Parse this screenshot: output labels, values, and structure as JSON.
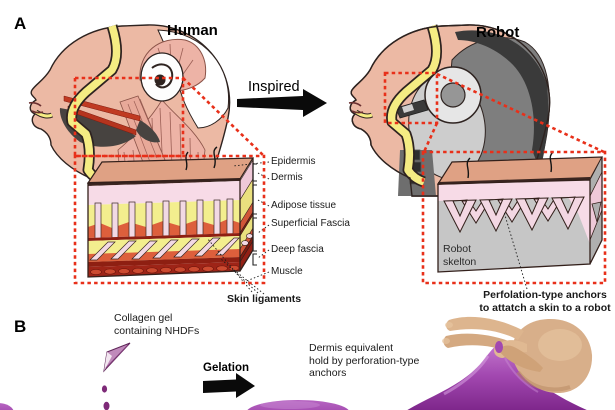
{
  "figure": {
    "panel_a": {
      "label": "A",
      "human": {
        "title": "Human"
      },
      "inspired_label": "Inspired",
      "robot": {
        "title": "Robot",
        "skeleton_line1": "Robot",
        "skeleton_line2": "skelton"
      },
      "skin_layers": [
        "Epidermis",
        "Dermis",
        "Adipose tissue",
        "Superficial Fascia",
        "Deep fascia",
        "Muscle"
      ],
      "skin_ligaments_label": "Skin ligaments",
      "anchors_caption": {
        "line1": "Perfolation-type anchors",
        "line2": "to attatch a skin to a robot"
      }
    },
    "panel_b": {
      "label": "B",
      "collagen_caption": {
        "line1": "Collagen gel",
        "line2": "containing NHDFs"
      },
      "gelation_label": "Gelation",
      "dermis_caption": {
        "line1": "Dermis equivalent",
        "line2": "hold by perforation-type",
        "line3": "anchors"
      }
    },
    "colors": {
      "accent_red_dash": "#E8301A",
      "skin_tone": "#ECB9A4",
      "fat_yellow": "#F5EC83",
      "dermis_pink": "#F7DBE7",
      "muscle_orange": "#DD5F3C",
      "deep_red": "#8E1F12",
      "robot_gray": "#C6C6C6",
      "gel_purple": "#9B3FA8"
    }
  }
}
